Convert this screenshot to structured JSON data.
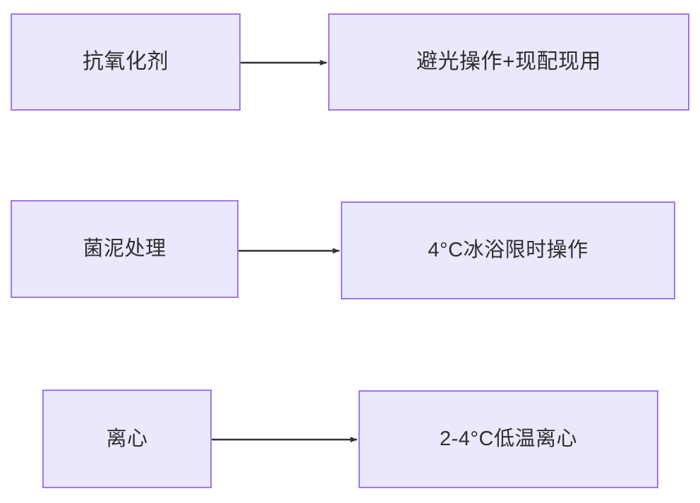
{
  "diagram": {
    "type": "flowchart",
    "direction": "left-to-right",
    "background_color": "#ffffff",
    "node_fill_color": "#e9e8fd",
    "node_border_color": "#a276e8",
    "node_text_color": "#2e2e2e",
    "edge_color": "#333333",
    "rows": [
      {
        "id": "row-antioxidant",
        "source": {
          "id": "antioxidant",
          "label": "抗氧化剂"
        },
        "target": {
          "id": "light-protection",
          "label": "避光操作+现配现用"
        },
        "edge": {
          "id": "edge-antioxidant",
          "label": "",
          "arrowhead": "filled-triangle"
        }
      },
      {
        "id": "row-sludge",
        "source": {
          "id": "sludge",
          "label": "菌泥处理"
        },
        "target": {
          "id": "ice-bath",
          "label": "4°C冰浴限时操作"
        },
        "edge": {
          "id": "edge-sludge",
          "label": "",
          "arrowhead": "filled-triangle"
        }
      },
      {
        "id": "row-centrifuge",
        "source": {
          "id": "centrifuge",
          "label": "离心"
        },
        "target": {
          "id": "cold-centrifuge",
          "label": "2-4°C低温离心"
        },
        "edge": {
          "id": "edge-centrifuge",
          "label": "",
          "arrowhead": "filled-triangle"
        }
      }
    ]
  }
}
